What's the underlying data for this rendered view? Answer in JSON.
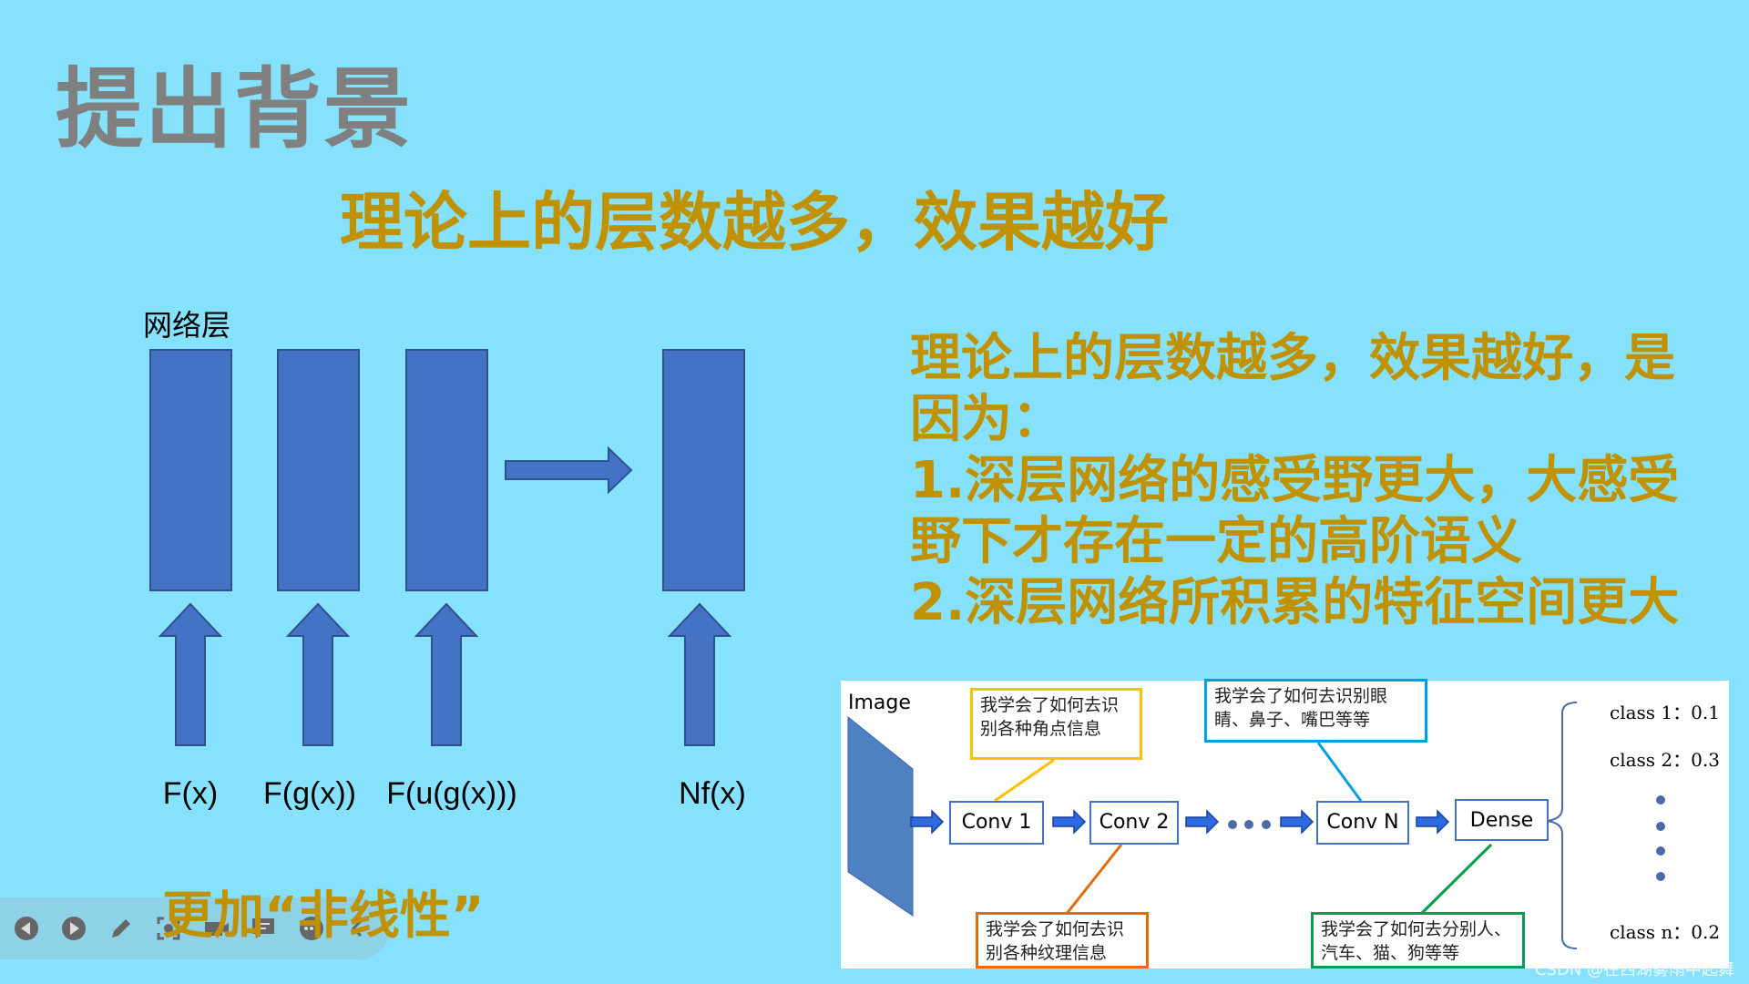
{
  "title": "提出背景",
  "subtitle": "理论上的层数越多，效果越好",
  "left": {
    "layer_label": "网络层",
    "functions": [
      "F(x)",
      "F(g(x))",
      "F(u(g(x)))",
      "Nf(x)"
    ]
  },
  "right_text": {
    "lines": [
      "理论上的层数越多，效果越好，是",
      "因为：",
      "1.深层网络的感受野更大，大感受",
      "野下才存在一定的高阶语义",
      "2.深层网络所积累的特征空间更大"
    ]
  },
  "bottom_text": "更加“非线性”",
  "diagram": {
    "image_label": "Image",
    "layers": [
      "Conv 1",
      "Conv 2",
      "Conv N",
      "Dense"
    ],
    "notes": {
      "yellow": "我学会了如何去识别各种角点信息",
      "blue": "我学会了如何去识别眼睛、鼻子、嘴巴等等",
      "orange": "我学会了如何去识别各种纹理信息",
      "green": "我学会了如何去分别人、汽车、猫、狗等等"
    },
    "classes": [
      "class 1：0.1",
      "class 2：0.3",
      "class n：0.2"
    ],
    "colors": {
      "yellow": "#ffc000",
      "blue": "#00a0e0",
      "orange": "#e36c0a",
      "green": "#00a050"
    }
  },
  "toolbar": {
    "icons": [
      "prev-icon",
      "next-icon",
      "pen-icon",
      "screenshot-icon",
      "camera-icon",
      "comment-icon",
      "more-icon",
      "collapse-icon"
    ]
  },
  "watermark": "CSDN @在西湖雾雨中起舞"
}
